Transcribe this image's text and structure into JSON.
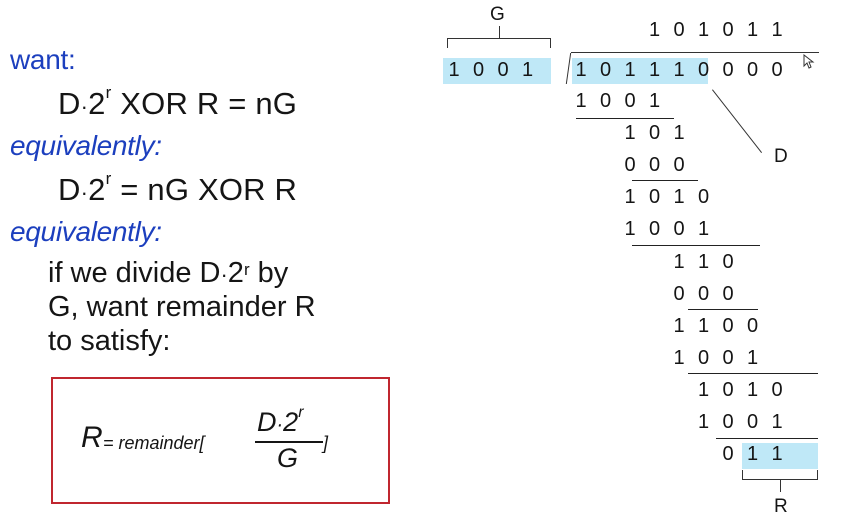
{
  "left": {
    "want_label": "want:",
    "equation1": {
      "a": "D",
      "b": "2",
      "sup": "r",
      "c": " XOR R = nG"
    },
    "equiv1": "equivalently:",
    "equation2": {
      "a": "D",
      "b": "2",
      "sup": "r",
      "c": " = nG XOR R"
    },
    "equiv2": "equivalently:",
    "para": {
      "line1a": "if we divide D",
      "line1b": "2",
      "line1sup": "r",
      "line1c": " by",
      "line2": "G, want remainder R",
      "line3": "to satisfy:"
    }
  },
  "formula": {
    "lhs": "R",
    "eq_word": "= remainder[",
    "num_a": "D",
    "num_b": "2",
    "num_sup": "r",
    "den": "G",
    "close": "]"
  },
  "division": {
    "generator_label": "G",
    "data_label": "D",
    "remainder_label": "R",
    "divisor": [
      "1",
      "0",
      "0",
      "1"
    ],
    "quotient": [
      "1",
      "0",
      "1",
      "0",
      "1",
      "1"
    ],
    "dividend": [
      "1",
      "0",
      "1",
      "1",
      "1",
      "0",
      "0",
      "0",
      "0"
    ],
    "steps": [
      {
        "bits": [
          "1",
          "0",
          "0",
          "1"
        ]
      },
      {
        "bits": [
          "1",
          "0",
          "1"
        ]
      },
      {
        "bits": [
          "0",
          "0",
          "0"
        ]
      },
      {
        "bits": [
          "1",
          "0",
          "1",
          "0"
        ]
      },
      {
        "bits": [
          "1",
          "0",
          "0",
          "1"
        ]
      },
      {
        "bits": [
          "1",
          "1",
          "0"
        ]
      },
      {
        "bits": [
          "0",
          "0",
          "0"
        ]
      },
      {
        "bits": [
          "1",
          "1",
          "0",
          "0"
        ]
      },
      {
        "bits": [
          "1",
          "0",
          "0",
          "1"
        ]
      },
      {
        "bits": [
          "1",
          "0",
          "1",
          "0"
        ]
      },
      {
        "bits": [
          "1",
          "0",
          "0",
          "1"
        ]
      },
      {
        "bits": [
          "0",
          "1",
          "1"
        ]
      }
    ]
  },
  "colors": {
    "heading_blue": "#1c3fbe",
    "box_red": "#c0262f",
    "highlight": "#bfe8f7"
  }
}
